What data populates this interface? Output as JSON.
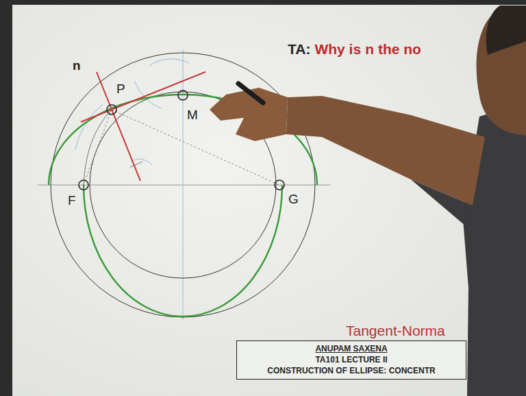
{
  "diagram": {
    "nodes": [
      {
        "text": [
          "ANUPAM SAXENA",
          "TA101 LECTURE II",
          "CONSTRUCTION OF ELLIPSE: CONCENTR"
        ]
      }
    ],
    "labels": [
      "TA:",
      "Why is",
      "n",
      "the no",
      "n",
      "P",
      "M",
      "F",
      "G",
      "Tangent-Norma"
    ]
  }
}
